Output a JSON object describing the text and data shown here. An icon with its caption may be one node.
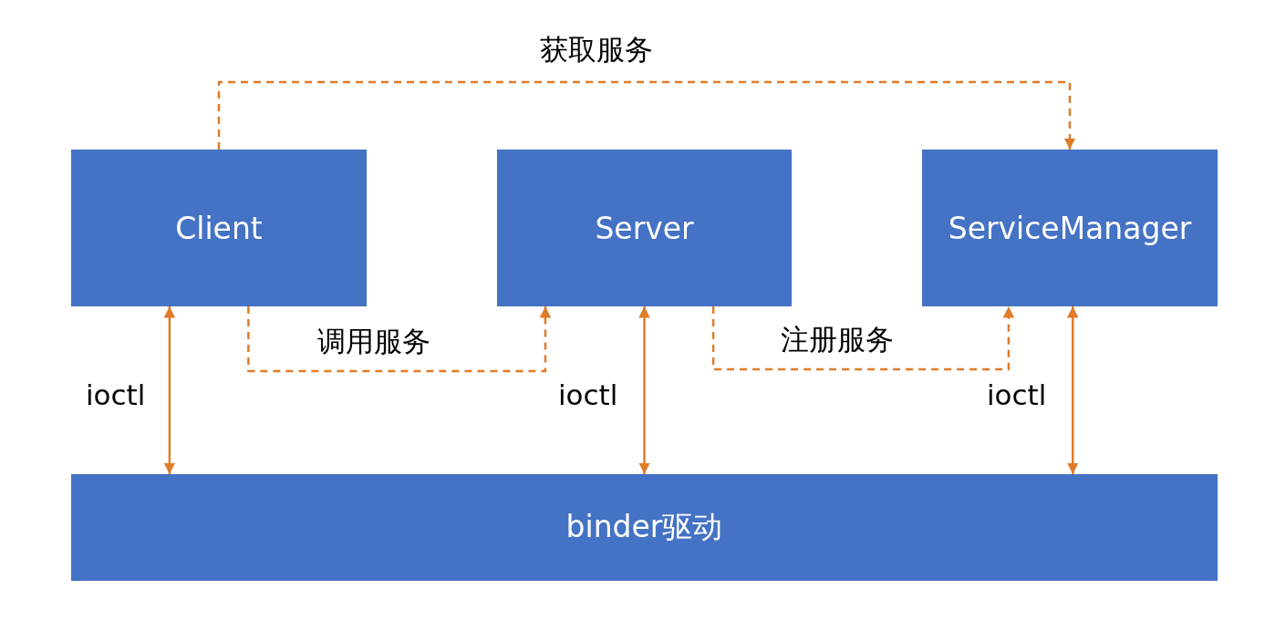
{
  "diagram": {
    "nodes": [
      {
        "text": [
          "Client"
        ]
      },
      {
        "text": [
          "Server"
        ]
      },
      {
        "text": [
          "ServiceManager"
        ]
      },
      {
        "text": [
          "binder驱动"
        ]
      }
    ],
    "edges": [
      {
        "from": 0,
        "to": 2,
        "arrow": "to",
        "label": "获取服务",
        "style": "dashed"
      },
      {
        "from": 0,
        "to": 1,
        "arrow": "to",
        "label": "调用服务",
        "style": "dashed"
      },
      {
        "from": 1,
        "to": 2,
        "arrow": "to",
        "label": "注册服务",
        "style": "dashed"
      },
      {
        "from": 0,
        "to": 3,
        "arrow": "both",
        "label": "ioctl"
      },
      {
        "from": 1,
        "to": 3,
        "arrow": "both",
        "label": "ioctl"
      },
      {
        "from": 2,
        "to": 3,
        "arrow": "both",
        "label": "ioctl"
      }
    ]
  }
}
